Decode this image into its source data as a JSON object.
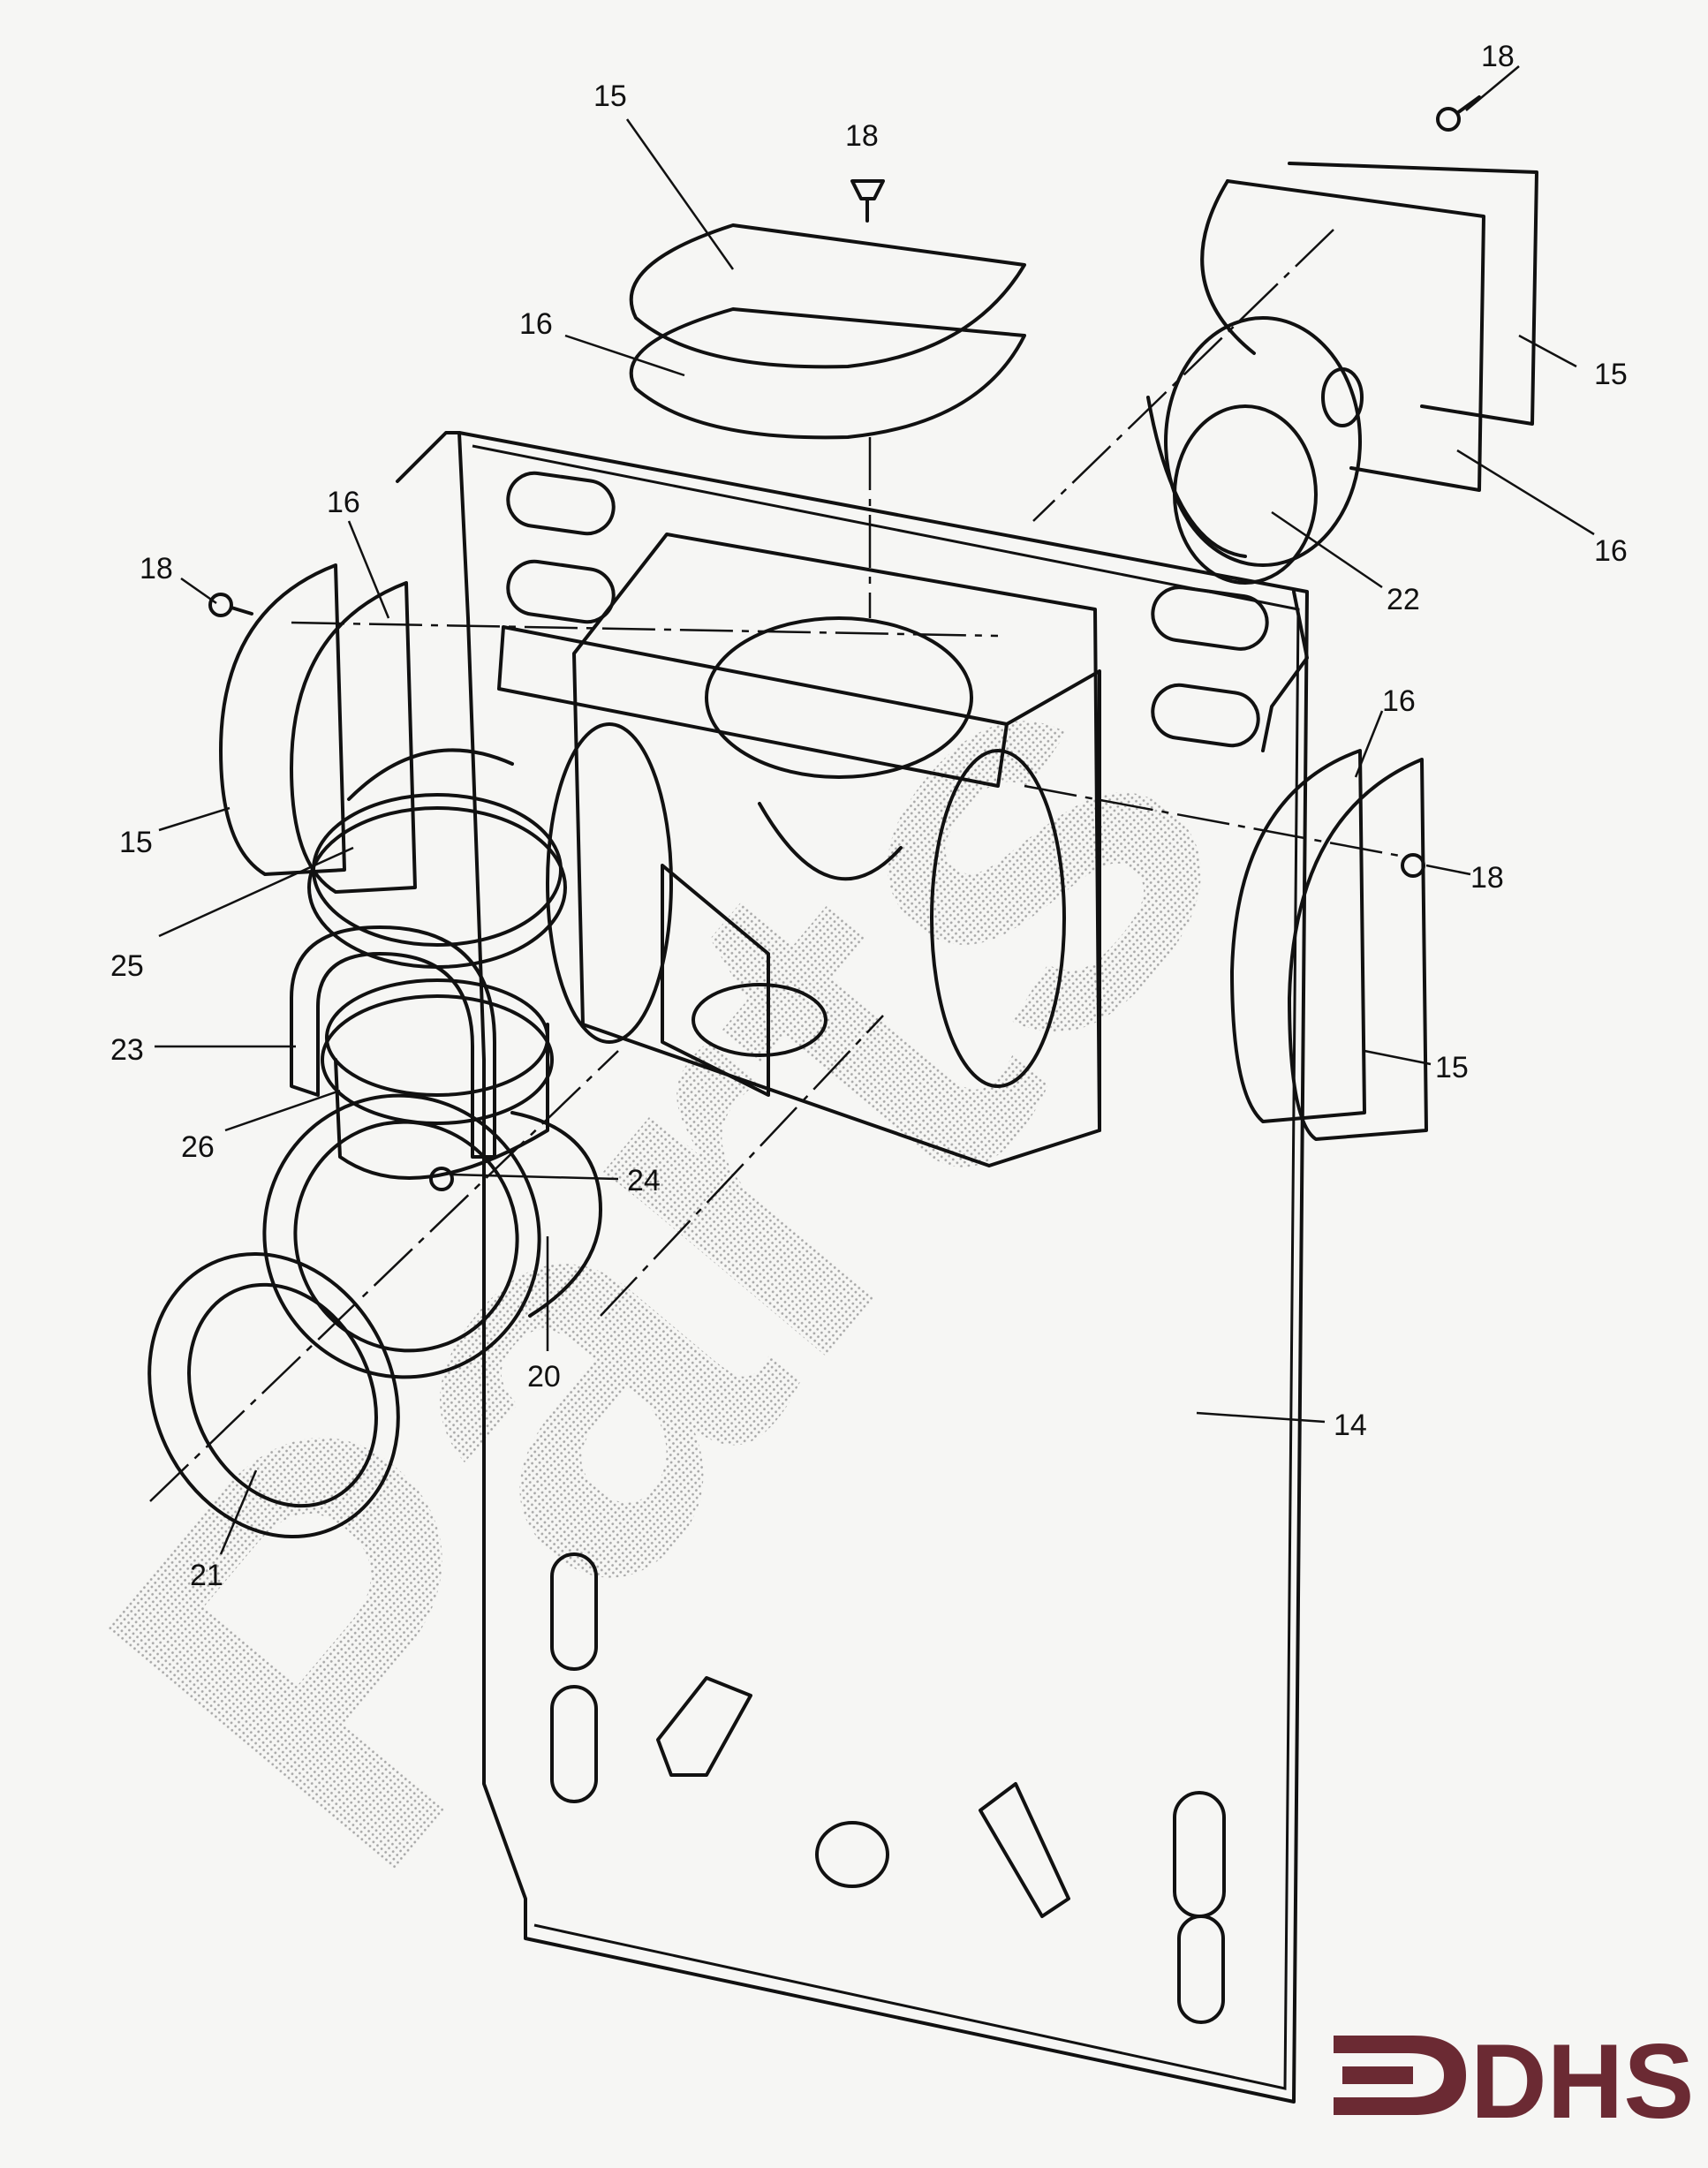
{
  "labels": {
    "l15_top": "15",
    "l18_top": "18",
    "l16_top": "16",
    "l18_tr": "18",
    "l15_tr": "15",
    "l16_tr": "16",
    "l22": "22",
    "l16_left": "16",
    "l18_left": "18",
    "l15_left": "15",
    "l25": "25",
    "l23": "23",
    "l26": "26",
    "l24": "24",
    "l20": "20",
    "l21": "21",
    "l14": "14",
    "l16_right": "16",
    "l18_right": "18",
    "l15_right": "15"
  },
  "watermark": "Parts",
  "brand": {
    "text": "DHS",
    "color": "#6b2a33"
  },
  "colors": {
    "line": "#111111",
    "paper": "#f6f6f4",
    "watermark": "#c9c9c9"
  }
}
